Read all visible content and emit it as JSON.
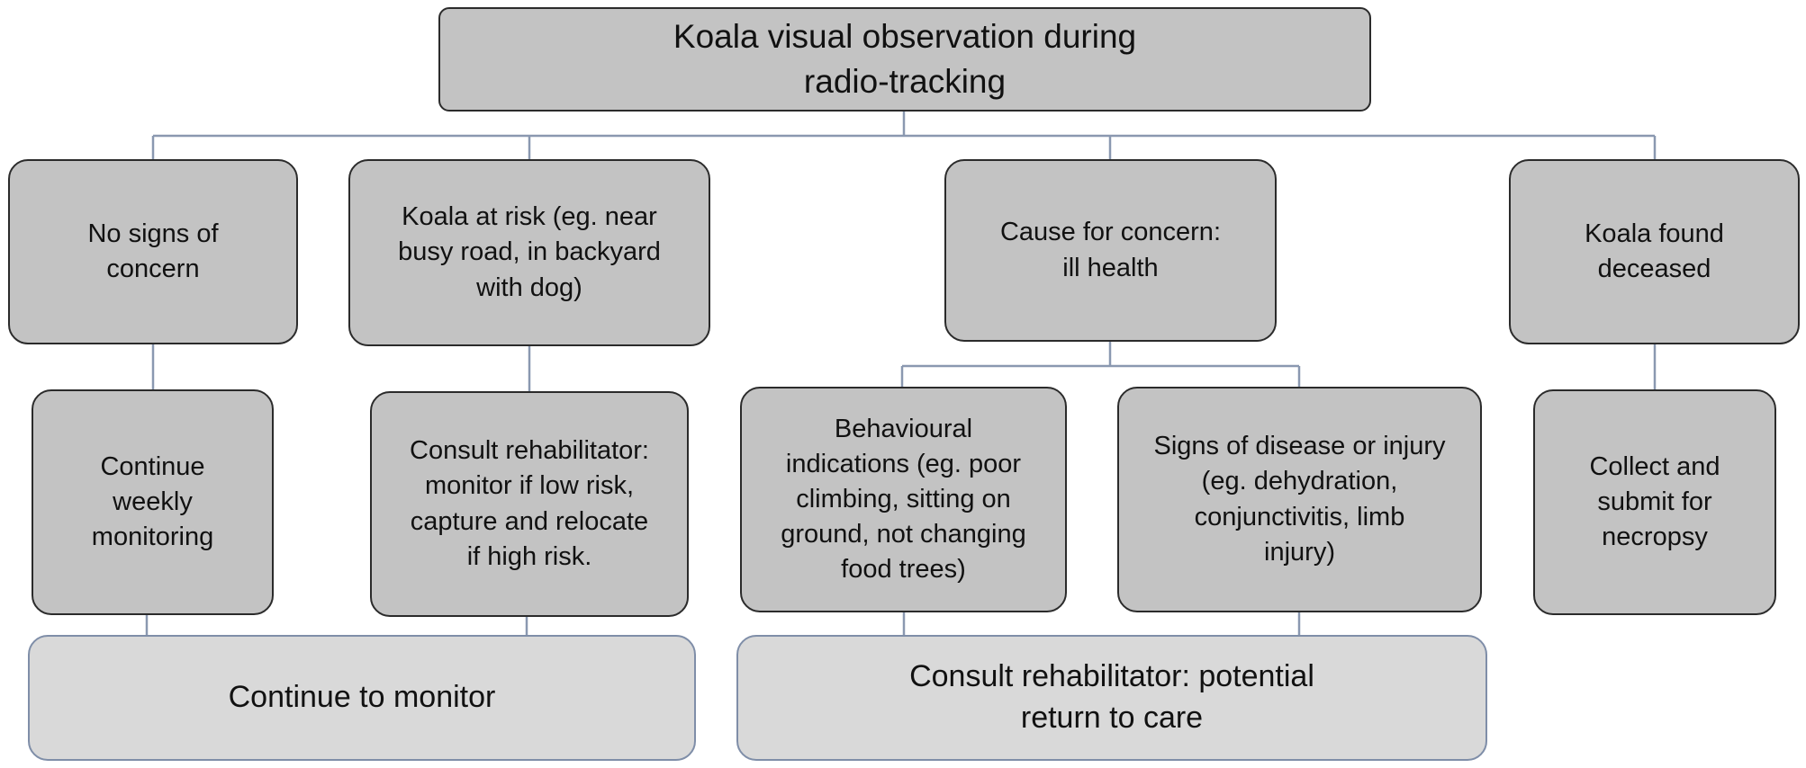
{
  "title": "Koala visual observation during\nradio-tracking",
  "categories": {
    "no_signs": "No signs of\nconcern",
    "at_risk": "Koala at risk (eg. near\nbusy road, in backyard\nwith dog)",
    "concern": "Cause for concern:\nill health",
    "deceased": "Koala found\ndeceased"
  },
  "actions": {
    "weekly": "Continue\nweekly\nmonitoring",
    "consult_risk": "Consult rehabilitator:\nmonitor if low risk,\ncapture and relocate\nif high risk.",
    "behavioural": "Behavioural\nindications (eg. poor\nclimbing, sitting on\nground, not changing\nfood trees)",
    "disease": "Signs of disease or injury\n(eg. dehydration,\nconjunctivitis, limb\ninjury)",
    "necropsy": "Collect and\nsubmit for\nnecropsy"
  },
  "outcomes": {
    "monitor": "Continue to monitor",
    "care": "Consult rehabilitator: potential\nreturn to care"
  },
  "colors": {
    "box_fill": "#c3c3c3",
    "outcome_fill": "#d9d9d9",
    "connector": "#8a98b0"
  }
}
